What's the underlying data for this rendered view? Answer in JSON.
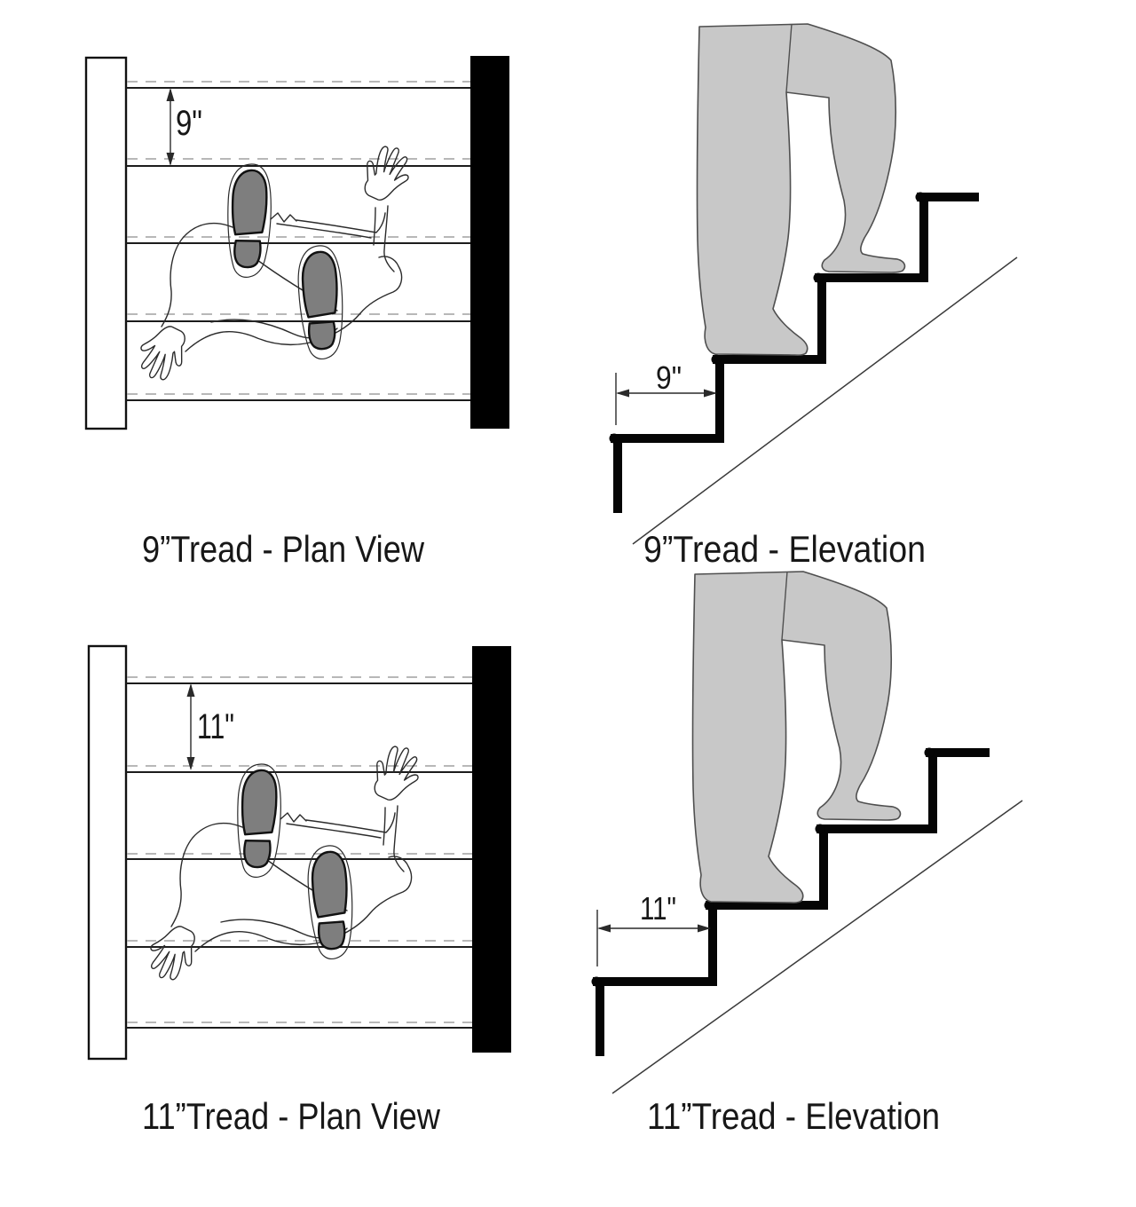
{
  "diagram": {
    "subject": "stair-tread-comparison",
    "panels": {
      "plan_9": {
        "caption": "9”Tread - Plan View",
        "dimension_label": "9\""
      },
      "elev_9": {
        "caption": "9”Tread - Elevation",
        "dimension_label": "9\""
      },
      "plan_11": {
        "caption": "11”Tread - Plan View",
        "dimension_label": "11\""
      },
      "elev_11": {
        "caption": "11”Tread - Elevation",
        "dimension_label": "11\""
      }
    },
    "values": {
      "tread_depth_top": "9\"",
      "tread_depth_bottom": "11\""
    },
    "colors": {
      "background": "#ffffff",
      "shoe_sole": "#7e7e7e",
      "legs_fill": "#c8c8c8",
      "legs_outline": "#4f4f4f",
      "tread_line": "#1c1c1c",
      "hidden_dashed_line": "#a0a0a0",
      "stair_profile": "#050505",
      "text": "#171717"
    }
  }
}
